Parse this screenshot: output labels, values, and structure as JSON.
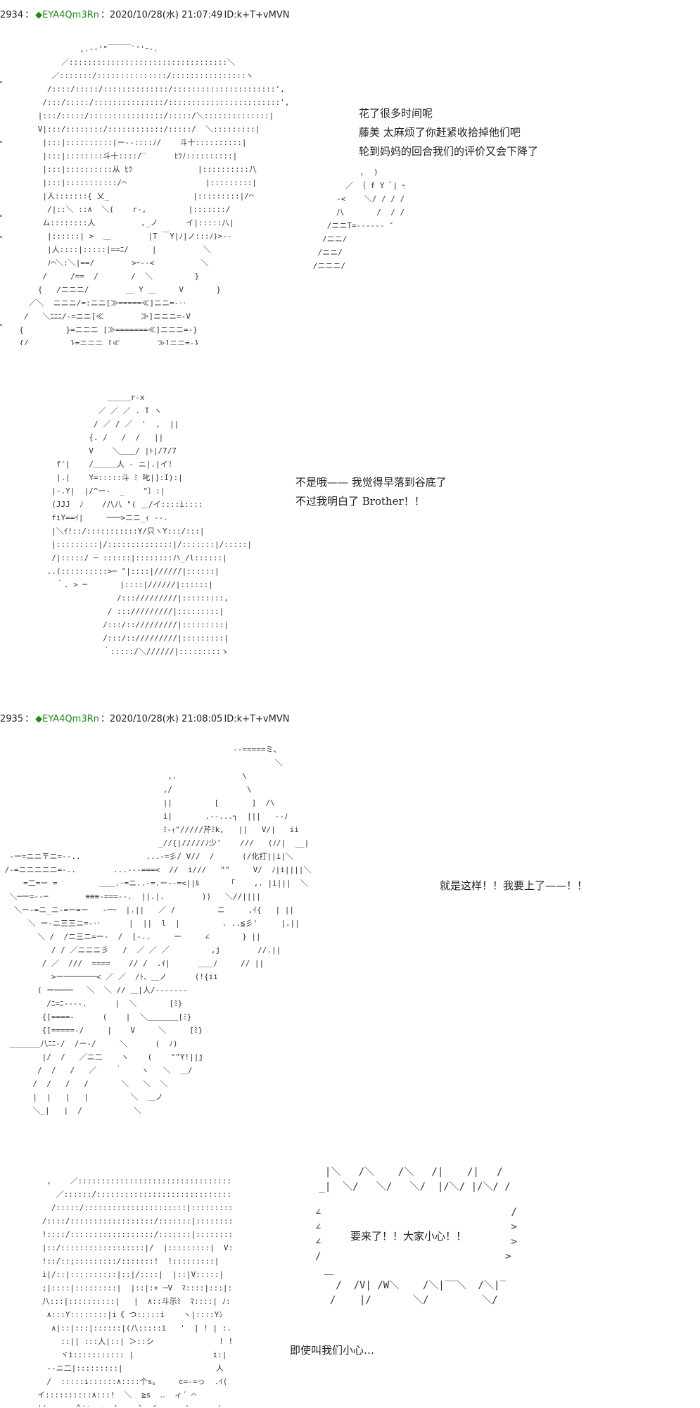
{
  "posts": [
    {
      "number": "2934",
      "separator": "：",
      "trip": "◆EYA4Qm3Rn",
      "date": "：2020/10/28(水) 21:07:49",
      "id": "ID:k+T+vMVN",
      "dialogue": [
        [
          "花了很多时间呢",
          "藤美  太麻烦了你赶紧收拾掉他们吧",
          "轮到妈妈的回合我们的评价又会下降了"
        ],
        [
          "不是哦—— 我觉得早落到谷底了",
          "不过我明白了 Brother！！"
        ]
      ]
    },
    {
      "number": "2935",
      "separator": "：",
      "trip": "◆EYA4Qm3Rn",
      "date": "：2020/10/28(水) 21:08:05",
      "id": "ID:k+T+vMVN",
      "dialogue": [
        [
          "就是这样！！我要上了——！！"
        ],
        [
          "要来了！！大家小心！！"
        ],
        [
          "即使叫我们小心…"
        ]
      ]
    }
  ]
}
